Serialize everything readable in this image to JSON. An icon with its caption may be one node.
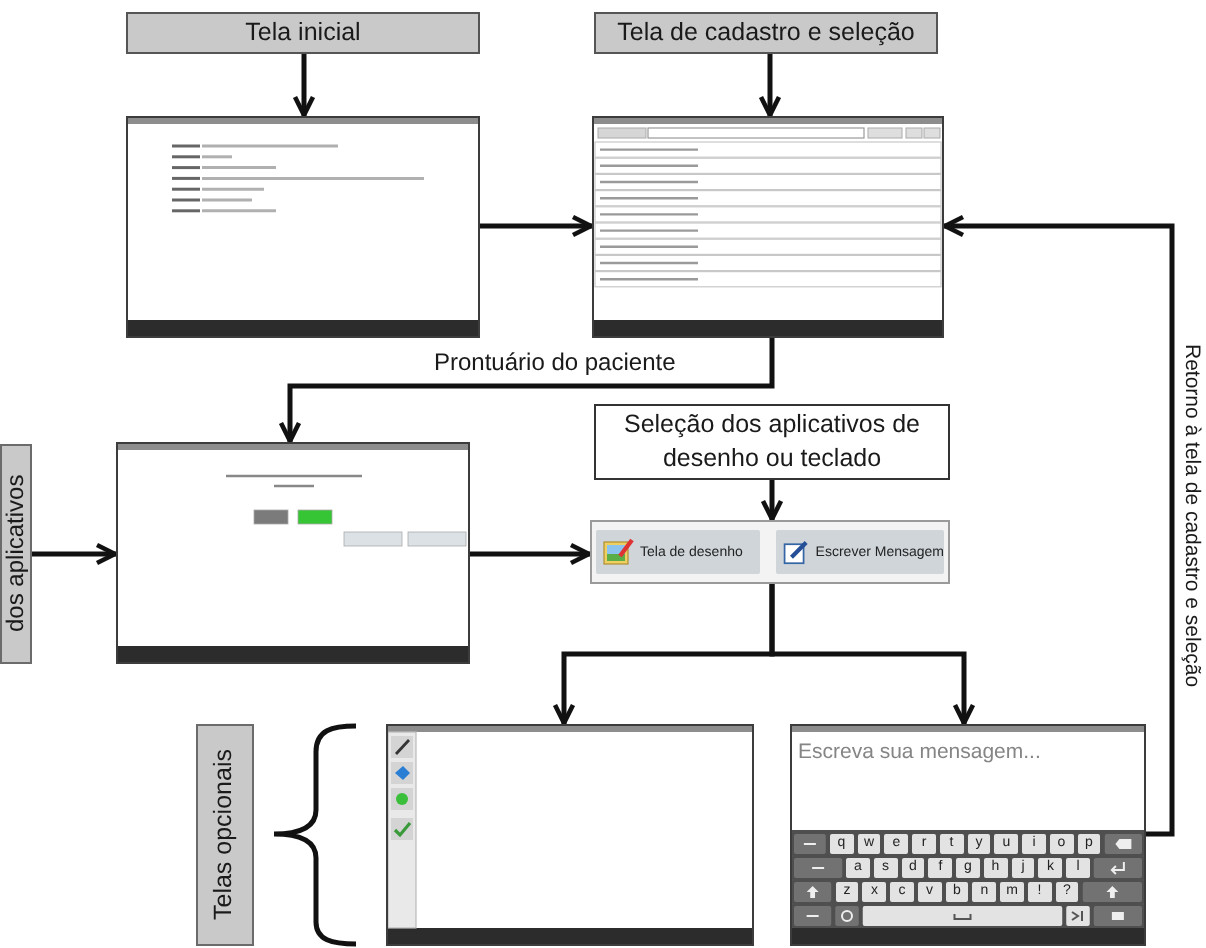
{
  "diagram": {
    "nodes": [
      {
        "text": [
          "Tela inicial"
        ]
      },
      {
        "text": [
          "Tela de cadastro e seleção"
        ]
      },
      {
        "text": [],
        "shape": "picture"
      },
      {
        "text": [],
        "shape": "picture"
      },
      {
        "text": [
          "dos aplicativos"
        ]
      },
      {
        "text": [],
        "shape": "picture"
      },
      {
        "text": [
          "Seleção dos aplicativos de desenho ou teclado"
        ]
      },
      {
        "text": [
          "Tela de desenho",
          "Escrever Mensagem"
        ]
      },
      {
        "text": [
          "Telas opcionais"
        ]
      },
      {
        "text": [],
        "shape": "picture"
      },
      {
        "text": [
          "Escreva sua mensagem..."
        ]
      }
    ],
    "edges": [
      {
        "from": 0,
        "to": 2,
        "arrow": "to"
      },
      {
        "from": 1,
        "to": 3,
        "arrow": "to"
      },
      {
        "from": 2,
        "to": 3,
        "arrow": "to"
      },
      {
        "from": 3,
        "to": 5,
        "arrow": "to",
        "label": "Prontuário do paciente"
      },
      {
        "from": 4,
        "to": 5,
        "arrow": "to"
      },
      {
        "from": 6,
        "to": 7,
        "arrow": "to"
      },
      {
        "from": 5,
        "to": 7,
        "arrow": "to"
      },
      {
        "from": 7,
        "to": 9,
        "arrow": "to"
      },
      {
        "from": 7,
        "to": 10,
        "arrow": "to"
      },
      {
        "from": 10,
        "to": 3,
        "arrow": "to",
        "label": "Retorno à tela de cadastro e seleção"
      }
    ],
    "labels": [
      "q",
      "w",
      "e",
      "r",
      "t",
      "y",
      "u",
      "i",
      "o",
      "p",
      "a",
      "s",
      "d",
      "f",
      "g",
      "h",
      "j",
      "k",
      "l",
      "z",
      "x",
      "c",
      "v",
      "b",
      "n",
      "m",
      "!",
      "?"
    ]
  }
}
